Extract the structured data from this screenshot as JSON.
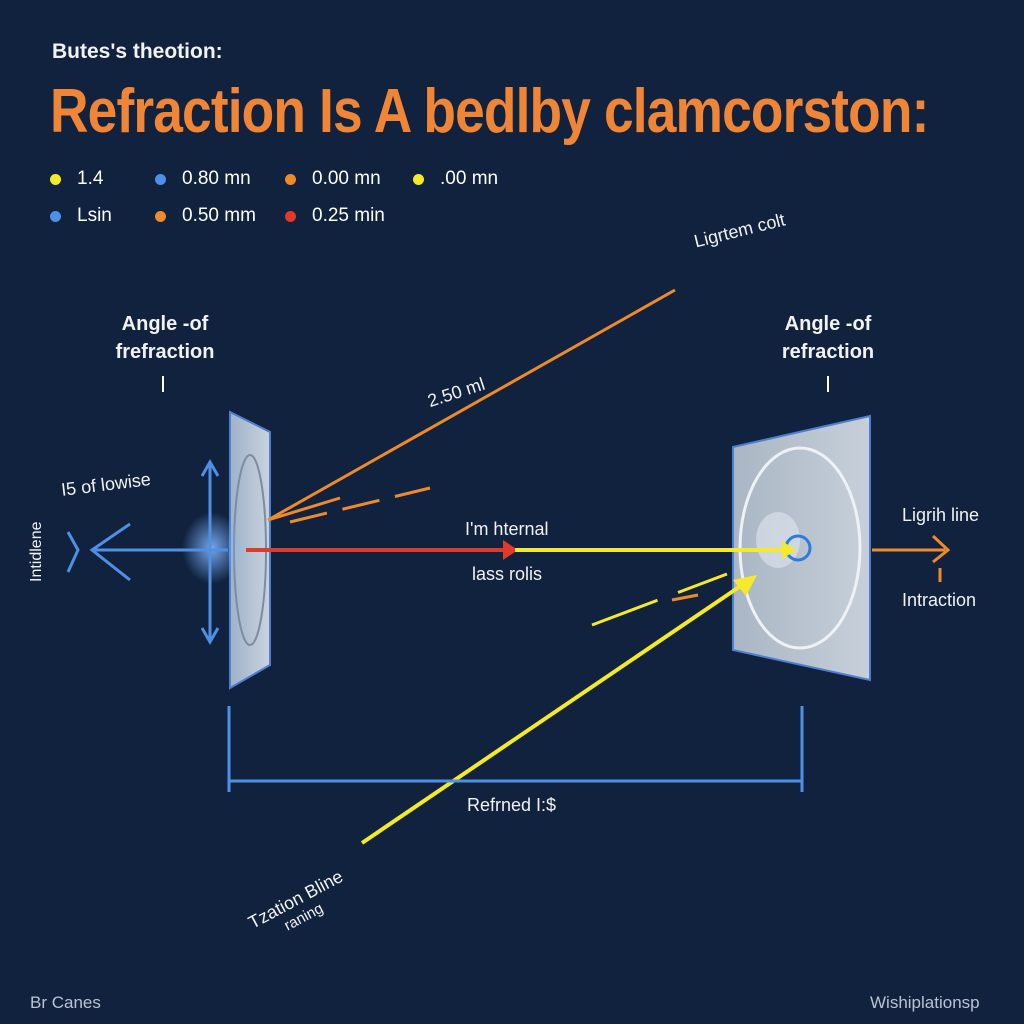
{
  "header": {
    "subtitle": "Butes's theotion:",
    "title": "Refraction Is A bedlby clamcorston:"
  },
  "legend": [
    {
      "label": "1.4",
      "color": "#f5ea2a"
    },
    {
      "label": "0.80 mn",
      "color": "#4d90e6"
    },
    {
      "label": "0.00 mn",
      "color": "#ef8a2b"
    },
    {
      "label": ".00 mn",
      "color": "#f5ea2a"
    },
    {
      "label": "Lsin",
      "color": "#4d90e6"
    },
    {
      "label": "0.50 mm",
      "color": "#ef8a2b"
    },
    {
      "label": "0.25 min",
      "color": "#e03a2a"
    }
  ],
  "labels": {
    "angle_left_1": "Angle -of",
    "angle_left_2": "frefraction",
    "angle_right_1": "Angle -of",
    "angle_right_2": "refraction",
    "lightern": "Ligrtem colt",
    "distance": "2.50 ml",
    "lowise": "I5 of lowise",
    "incidence": "Intidlene",
    "internal": "I'm hternal",
    "lass": "lass rolis",
    "lighthline": "Ligrih line",
    "intraction": "Intraction",
    "refrned": "Refrned I:$",
    "tzation_1": "Tzation Bline",
    "tzation_2": "raning"
  },
  "footer": {
    "left": "Br Canes",
    "right": "Wishiplationsp"
  },
  "colors": {
    "background": "#10223d",
    "accent_orange": "#f08535",
    "ray_yellow": "#f5ea2a",
    "ray_red": "#e03a2a",
    "ray_blue": "#4d90e6"
  }
}
